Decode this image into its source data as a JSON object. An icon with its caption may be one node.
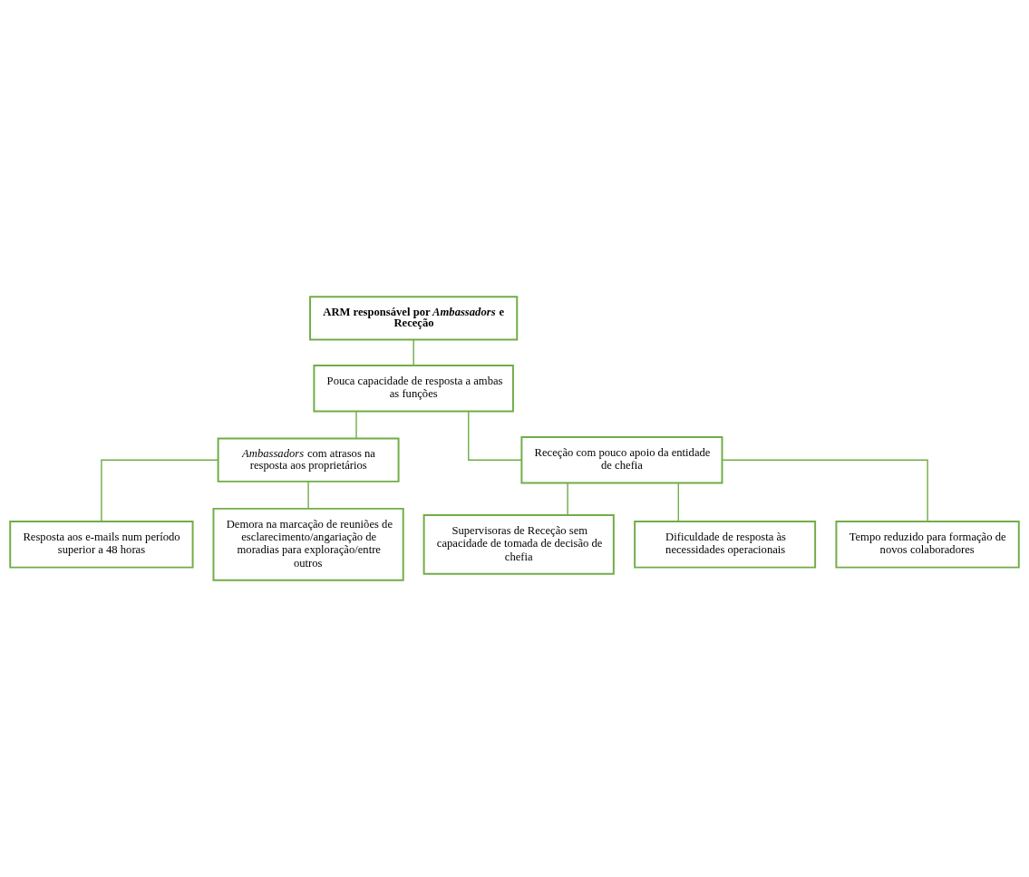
{
  "diagram": {
    "nodes": [
      {
        "text": [
          "ARM responsável por *Ambassadors* e Receção"
        ]
      },
      {
        "text": [
          "Pouca capacidade de resposta a ambas as funções"
        ]
      },
      {
        "text": [
          "*Ambassadors* com atrasos na resposta aos proprietários"
        ]
      },
      {
        "text": [
          "Receção com pouco apoio da entidade de chefia"
        ]
      },
      {
        "text": [
          "Resposta aos e-mails num período superior a 48 horas"
        ]
      },
      {
        "text": [
          "Demora na marcação de reuniões de esclarecimento/angariação de moradias para exploração/entre outros"
        ]
      },
      {
        "text": [
          "Supervisoras de Receção sem capacidade de tomada de decisão de chefia"
        ]
      },
      {
        "text": [
          "Dificuldade de resposta às necessidades operacionais"
        ]
      },
      {
        "text": [
          "Tempo reduzido para formação de novos colaboradores"
        ]
      }
    ],
    "edges": [
      {
        "from": 0,
        "to": 1,
        "arrow": "none"
      },
      {
        "from": 1,
        "to": 2,
        "arrow": "none"
      },
      {
        "from": 1,
        "to": 3,
        "arrow": "none"
      },
      {
        "from": 2,
        "to": 4,
        "arrow": "none"
      },
      {
        "from": 2,
        "to": 5,
        "arrow": "none"
      },
      {
        "from": 3,
        "to": 6,
        "arrow": "none"
      },
      {
        "from": 3,
        "to": 7,
        "arrow": "none"
      },
      {
        "from": 3,
        "to": 8,
        "arrow": "none"
      }
    ]
  }
}
